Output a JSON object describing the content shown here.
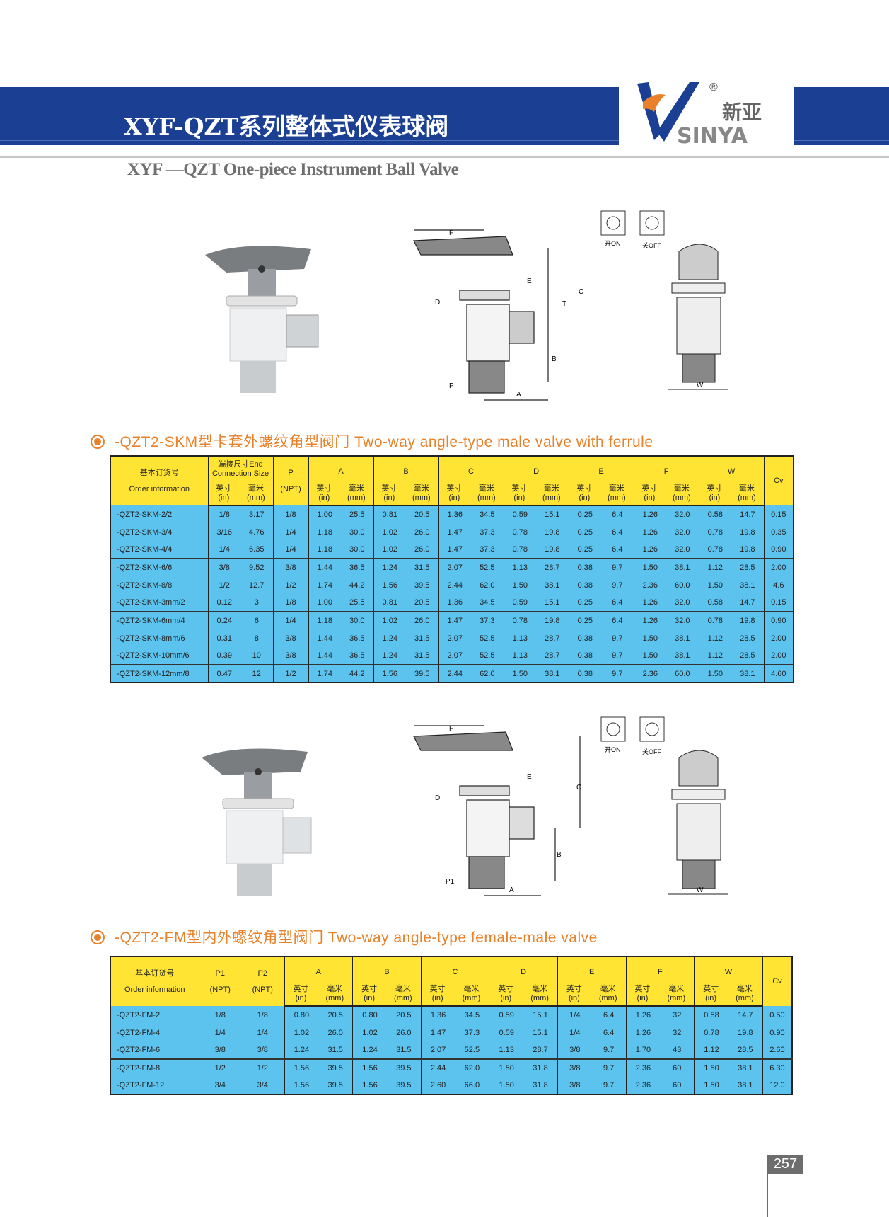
{
  "header": {
    "title_cn": "XYF-QZT系列整体式仪表球阀",
    "title_en": "XYF —QZT One-piece Instrument Ball Valve",
    "logo_cn": "新亚",
    "logo_en": "SINYA",
    "registered": "®"
  },
  "colors": {
    "banner": "#1a3f93",
    "accent": "#e8812a",
    "table_header": "#ffe434",
    "table_body": "#5bc3ee"
  },
  "drawing_labels": {
    "F": "F",
    "E": "E",
    "D": "D",
    "C": "C",
    "T": "T",
    "B": "B",
    "A": "A",
    "P": "P",
    "P1": "P1",
    "W": "W",
    "on": "开ON",
    "off": "关OFF"
  },
  "section1": {
    "heading": "-QZT2-SKM型卡套外螺纹角型阀门 Two-way angle-type male valve with ferrule",
    "headers": {
      "order_cn": "基本订货号",
      "order_en": "Order information",
      "conn_cn": "端接尺寸End",
      "conn_en": "Connection Size",
      "p": "P",
      "npt": "(NPT)",
      "in_cn": "英寸",
      "in": "(in)",
      "mm_cn": "毫米",
      "mm": "(mm)",
      "dims": [
        "A",
        "B",
        "C",
        "D",
        "E",
        "F",
        "W"
      ],
      "cv": "Cv"
    },
    "rows": [
      [
        "-QZT2-SKM-2/2",
        "1/8",
        "3.17",
        "1/8",
        "1.00",
        "25.5",
        "0.81",
        "20.5",
        "1.36",
        "34.5",
        "0.59",
        "15.1",
        "0.25",
        "6.4",
        "1.26",
        "32.0",
        "0.58",
        "14.7",
        "0.15"
      ],
      [
        "-QZT2-SKM-3/4",
        "3/16",
        "4.76",
        "1/4",
        "1.18",
        "30.0",
        "1.02",
        "26.0",
        "1.47",
        "37.3",
        "0.78",
        "19.8",
        "0.25",
        "6.4",
        "1.26",
        "32.0",
        "0.78",
        "19.8",
        "0.35"
      ],
      [
        "-QZT2-SKM-4/4",
        "1/4",
        "6.35",
        "1/4",
        "1.18",
        "30.0",
        "1.02",
        "26.0",
        "1.47",
        "37.3",
        "0.78",
        "19.8",
        "0.25",
        "6.4",
        "1.26",
        "32.0",
        "0.78",
        "19.8",
        "0.90"
      ],
      [
        "-QZT2-SKM-6/6",
        "3/8",
        "9.52",
        "3/8",
        "1.44",
        "36.5",
        "1.24",
        "31.5",
        "2.07",
        "52.5",
        "1.13",
        "28.7",
        "0.38",
        "9.7",
        "1.50",
        "38.1",
        "1.12",
        "28.5",
        "2.00"
      ],
      [
        "-QZT2-SKM-8/8",
        "1/2",
        "12.7",
        "1/2",
        "1.74",
        "44.2",
        "1.56",
        "39.5",
        "2.44",
        "62.0",
        "1.50",
        "38.1",
        "0.38",
        "9.7",
        "2.36",
        "60.0",
        "1.50",
        "38.1",
        "4.6"
      ],
      [
        "-QZT2-SKM-3mm/2",
        "0.12",
        "3",
        "1/8",
        "1.00",
        "25.5",
        "0.81",
        "20.5",
        "1.36",
        "34.5",
        "0.59",
        "15.1",
        "0.25",
        "6.4",
        "1.26",
        "32.0",
        "0.58",
        "14.7",
        "0.15"
      ],
      [
        "-QZT2-SKM-6mm/4",
        "0.24",
        "6",
        "1/4",
        "1.18",
        "30.0",
        "1.02",
        "26.0",
        "1.47",
        "37.3",
        "0.78",
        "19.8",
        "0.25",
        "6.4",
        "1.26",
        "32.0",
        "0.78",
        "19.8",
        "0.90"
      ],
      [
        "-QZT2-SKM-8mm/6",
        "0.31",
        "8",
        "3/8",
        "1.44",
        "36.5",
        "1.24",
        "31.5",
        "2.07",
        "52.5",
        "1.13",
        "28.7",
        "0.38",
        "9.7",
        "1.50",
        "38.1",
        "1.12",
        "28.5",
        "2.00"
      ],
      [
        "-QZT2-SKM-10mm/6",
        "0.39",
        "10",
        "3/8",
        "1.44",
        "36.5",
        "1.24",
        "31.5",
        "2.07",
        "52.5",
        "1.13",
        "28.7",
        "0.38",
        "9.7",
        "1.50",
        "38.1",
        "1.12",
        "28.5",
        "2.00"
      ],
      [
        "-QZT2-SKM-12mm/8",
        "0.47",
        "12",
        "1/2",
        "1.74",
        "44.2",
        "1.56",
        "39.5",
        "2.44",
        "62.0",
        "1.50",
        "38.1",
        "0.38",
        "9.7",
        "2.36",
        "60.0",
        "1.50",
        "38.1",
        "4.60"
      ]
    ]
  },
  "section2": {
    "heading": "-QZT2-FM型内外螺纹角型阀门 Two-way angle-type female-male valve",
    "headers": {
      "order_cn": "基本订货号",
      "order_en": "Order information",
      "p1": "P1",
      "p2": "P2",
      "npt": "(NPT)",
      "in_cn": "英寸",
      "in": "(in)",
      "mm_cn": "毫米",
      "mm": "(mm)",
      "dims": [
        "A",
        "B",
        "C",
        "D",
        "E",
        "F",
        "W"
      ],
      "cv": "Cv"
    },
    "rows": [
      [
        "-QZT2-FM-2",
        "1/8",
        "1/8",
        "0.80",
        "20.5",
        "0.80",
        "20.5",
        "1.36",
        "34.5",
        "0.59",
        "15.1",
        "1/4",
        "6.4",
        "1.26",
        "32",
        "0.58",
        "14.7",
        "0.50"
      ],
      [
        "-QZT2-FM-4",
        "1/4",
        "1/4",
        "1.02",
        "26.0",
        "1.02",
        "26.0",
        "1.47",
        "37.3",
        "0.59",
        "15.1",
        "1/4",
        "6.4",
        "1.26",
        "32",
        "0.78",
        "19.8",
        "0.90"
      ],
      [
        "-QZT2-FM-6",
        "3/8",
        "3/8",
        "1.24",
        "31.5",
        "1.24",
        "31.5",
        "2.07",
        "52.5",
        "1.13",
        "28.7",
        "3/8",
        "9.7",
        "1.70",
        "43",
        "1.12",
        "28.5",
        "2.60"
      ],
      [
        "-QZT2-FM-8",
        "1/2",
        "1/2",
        "1.56",
        "39.5",
        "1.56",
        "39.5",
        "2.44",
        "62.0",
        "1.50",
        "31.8",
        "3/8",
        "9.7",
        "2.36",
        "60",
        "1.50",
        "38.1",
        "6.30"
      ],
      [
        "-QZT2-FM-12",
        "3/4",
        "3/4",
        "1.56",
        "39.5",
        "1.56",
        "39.5",
        "2.60",
        "66.0",
        "1.50",
        "31.8",
        "3/8",
        "9.7",
        "2.36",
        "60",
        "1.50",
        "38.1",
        "12.0"
      ]
    ]
  },
  "page_number": "257"
}
